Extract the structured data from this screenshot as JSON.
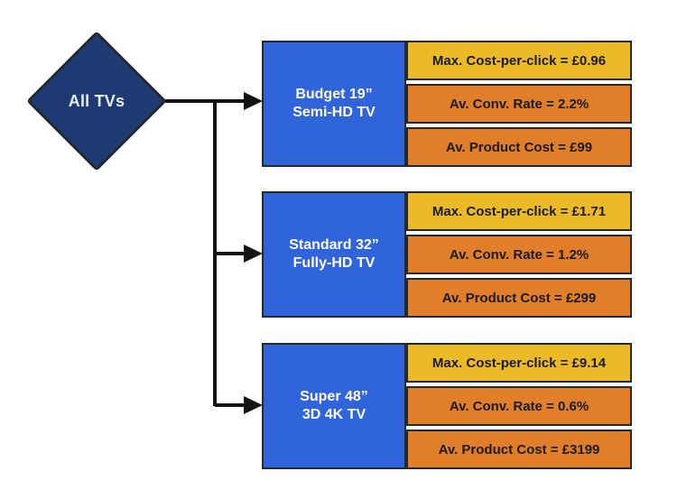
{
  "root": {
    "label": "All TVs"
  },
  "groups": [
    {
      "label_line1": "Budget 19”",
      "label_line2": "Semi-HD TV",
      "stats": [
        {
          "label": "Max. Cost-per-click = £0.96",
          "tone": "yellow"
        },
        {
          "label": "Av. Conv. Rate = 2.2%",
          "tone": "orange"
        },
        {
          "label": "Av. Product Cost = £99",
          "tone": "orange"
        }
      ]
    },
    {
      "label_line1": "Standard 32”",
      "label_line2": "Fully-HD TV",
      "stats": [
        {
          "label": "Max. Cost-per-click = £1.71",
          "tone": "yellow"
        },
        {
          "label": "Av. Conv. Rate = 1.2%",
          "tone": "orange"
        },
        {
          "label": "Av. Product Cost = £299",
          "tone": "orange"
        }
      ]
    },
    {
      "label_line1": "Super 48”",
      "label_line2": "3D 4K TV",
      "stats": [
        {
          "label": "Max. Cost-per-click = £9.14",
          "tone": "yellow"
        },
        {
          "label": "Av. Conv. Rate = 0.6%",
          "tone": "orange"
        },
        {
          "label": "Av. Product Cost = £3199",
          "tone": "orange"
        }
      ]
    }
  ],
  "colors": {
    "diamond_navy": "#1e3a74",
    "product_blue": "#2f64da",
    "stat_yellow": "#ecb927",
    "stat_orange": "#e07e2a",
    "border_dark": "#24292e",
    "connector_black": "#141414",
    "stat_text": "#1b1b1b",
    "product_text": "#ffffff"
  }
}
